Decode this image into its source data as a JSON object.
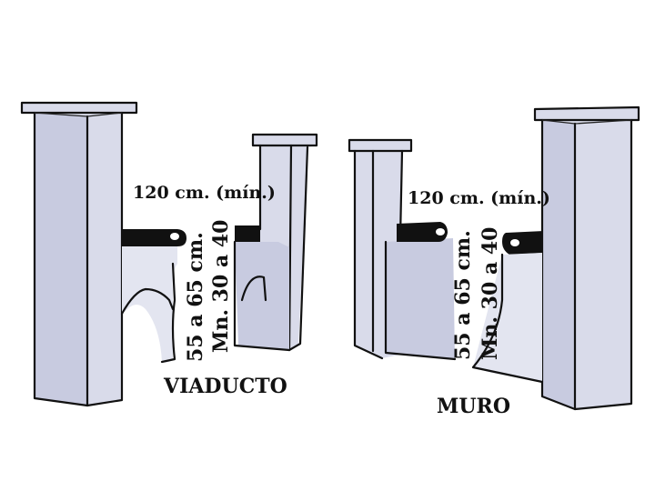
{
  "diagram": {
    "left": {
      "title": "VIADUCTO",
      "width_label": "120 cm. (mín.)",
      "height_label_outer": "55 a 65 cm.",
      "height_label_inner": "Mn. 30 a 40"
    },
    "right": {
      "title": "MURO",
      "width_label": "120 cm. (mín.)",
      "height_label_outer": "55 a 65 cm.",
      "height_label_inner": "Mn. 30 a 40"
    },
    "colors": {
      "ink": "#111111",
      "pillar": "#d9dbea",
      "background": "#ffffff"
    }
  }
}
